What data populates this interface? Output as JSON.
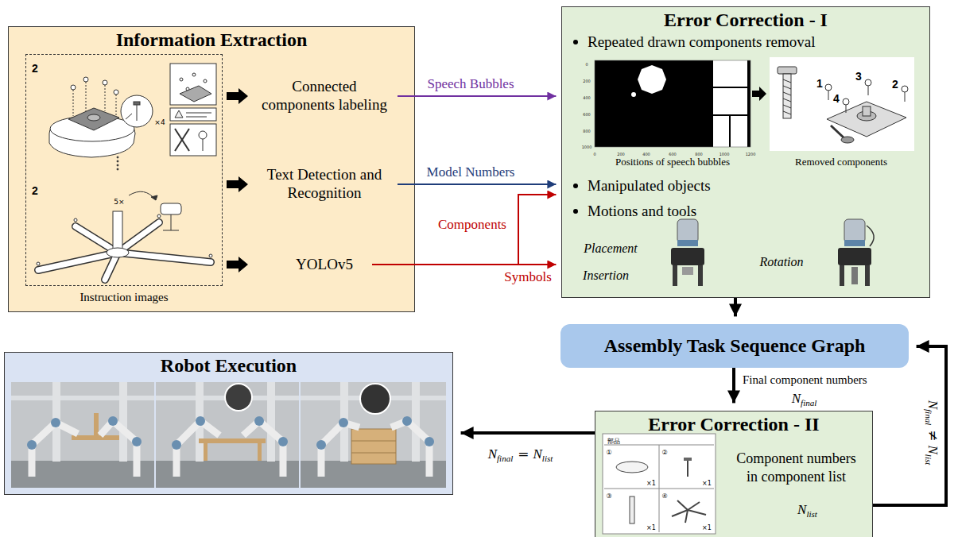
{
  "diagram": {
    "nodes": [
      {
        "text": [
          "Information Extraction"
        ]
      },
      {
        "text": [
          "Instruction images"
        ],
        "in": 0
      },
      {
        "text": [
          "Connected components labeling"
        ],
        "in": 0
      },
      {
        "text": [
          "Text Detection and Recognition"
        ],
        "in": 0
      },
      {
        "text": [
          "YOLOv5"
        ],
        "in": 0
      },
      {
        "text": [
          "Error Correction - I",
          "Repeated drawn components removal",
          "Manipulated objects",
          "Motions and tools"
        ]
      },
      {
        "text": [
          "Assembly Task Sequence Graph"
        ]
      },
      {
        "text": [
          "Error Correction - II",
          "Component numbers in component list",
          "N",
          "list"
        ]
      },
      {
        "text": [
          "Robot Execution"
        ]
      }
    ],
    "edges": [
      {
        "from": 2,
        "to": 5,
        "arrow": "to",
        "label": "Speech Bubbles"
      },
      {
        "from": 3,
        "to": 5,
        "arrow": "to",
        "label": "Model Numbers"
      },
      {
        "from": 4,
        "to": 5,
        "arrow": "to",
        "label": "Components"
      },
      {
        "from": 4,
        "to": 5,
        "arrow": "to",
        "label": "Symbols"
      },
      {
        "from": 5,
        "to": 6,
        "arrow": "to"
      },
      {
        "from": 6,
        "to": 7,
        "arrow": "to",
        "label": "Final component numbers"
      },
      {
        "from": 7,
        "to": 6,
        "arrow": "to"
      },
      {
        "from": 7,
        "to": 8,
        "arrow": "to"
      }
    ],
    "labels": [
      "2",
      "×4",
      "2",
      "5×",
      "0",
      "200",
      "400",
      "600",
      "800",
      "1000",
      "1200",
      "0",
      "200",
      "400",
      "600",
      "800",
      "1000",
      "Positions of speech bubbles",
      "1",
      "3",
      "2",
      "4",
      "Removed components",
      "Placement",
      "Insertion",
      "Rotation",
      "N",
      "final",
      "N",
      "final",
      "≠",
      "N",
      "list",
      "N",
      "final",
      "=",
      "N",
      "list",
      "部品",
      "①",
      "×1",
      "②",
      "×1",
      "③",
      "×1",
      "④",
      "×1"
    ]
  }
}
